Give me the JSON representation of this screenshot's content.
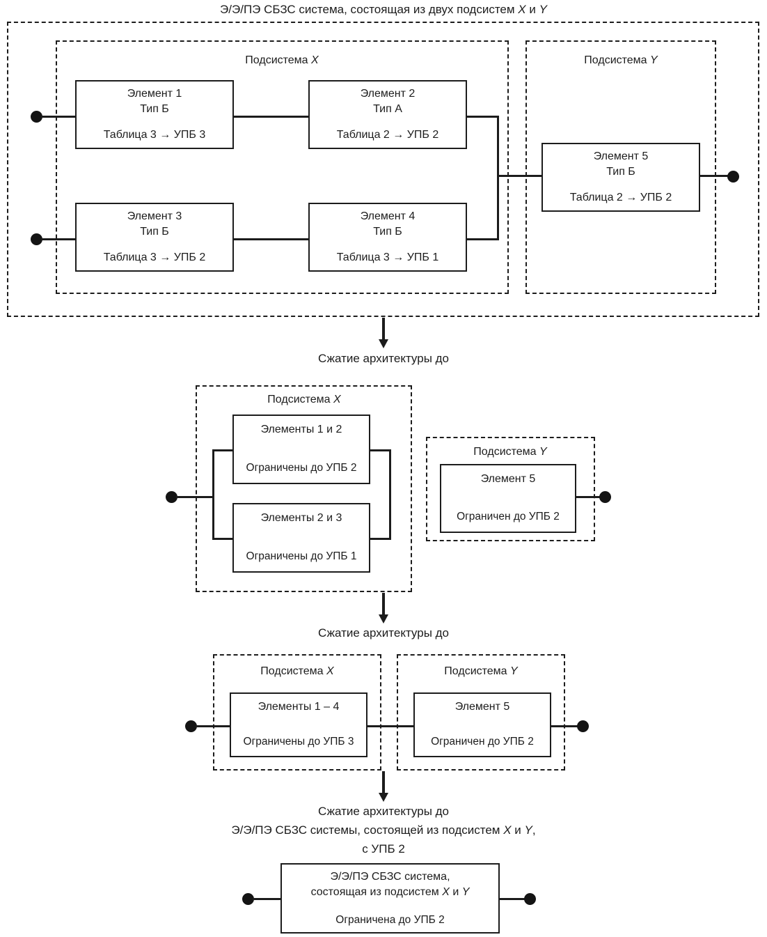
{
  "diagram": {
    "title_prefix": "Э/Э/ПЭ СБЗС система, состоящая из двух подсистем ",
    "title_x": "X",
    "title_and": " и ",
    "title_y": "Y"
  },
  "labels": {
    "subsystem_x_prefix": "Подсистема ",
    "subsystem_y_prefix": "Подсистема ",
    "x": "X",
    "y": "Y",
    "compress": "Сжатие архитектуры до"
  },
  "stage1": {
    "subsystem_x_label": "Подсистема X",
    "subsystem_y_label": "Подсистема Y",
    "elements": [
      {
        "name": "Элемент 1",
        "type": "Тип Б",
        "table": "Таблица 3 → УПБ 3"
      },
      {
        "name": "Элемент 2",
        "type": "Тип А",
        "table": "Таблица 2 → УПБ 2"
      },
      {
        "name": "Элемент 3",
        "type": "Тип Б",
        "table": "Таблица 3 → УПБ 2"
      },
      {
        "name": "Элемент 4",
        "type": "Тип Б",
        "table": "Таблица 3 → УПБ 1"
      },
      {
        "name": "Элемент 5",
        "type": "Тип Б",
        "table": "Таблица 2 → УПБ 2"
      }
    ]
  },
  "stage2": {
    "caption": "Сжатие архитектуры до",
    "subsystem_x_label": "Подсистема X",
    "subsystem_y_label": "Подсистема Y",
    "blocks": [
      {
        "name": "Элементы 1 и 2",
        "limit": "Ограничены до УПБ 2"
      },
      {
        "name": "Элементы 2 и 3",
        "limit": "Ограничены до УПБ 1"
      },
      {
        "name": "Элемент 5",
        "limit": "Ограничен до УПБ 2"
      }
    ]
  },
  "stage3": {
    "caption": "Сжатие архитектуры до",
    "subsystem_x_label": "Подсистема X",
    "subsystem_y_label": "Подсистема Y",
    "blocks": [
      {
        "name": "Элементы 1 – 4",
        "limit": "Ограничены до УПБ 3"
      },
      {
        "name": "Элемент 5",
        "limit": "Ограничен до УПБ 2"
      }
    ]
  },
  "stage4": {
    "caption_line1": "Сжатие архитектуры до",
    "caption_line2_prefix": "Э/Э/ПЭ СБЗС системы, состоящей из подсистем ",
    "caption_line2_x": "X",
    "caption_line2_and": " и ",
    "caption_line2_y": "Y",
    "caption_line2_suffix": ",",
    "caption_line3": "с УПБ 2",
    "box": {
      "line1": "Э/Э/ПЭ СБЗС система,",
      "line2_prefix": "состоящая из подсистем ",
      "line2_x": "X",
      "line2_and": " и ",
      "line2_y": "Y",
      "limit": "Ограничена до УПБ 2"
    }
  },
  "colors": {
    "ink": "#1c1c1c",
    "paper": "#ffffff"
  }
}
